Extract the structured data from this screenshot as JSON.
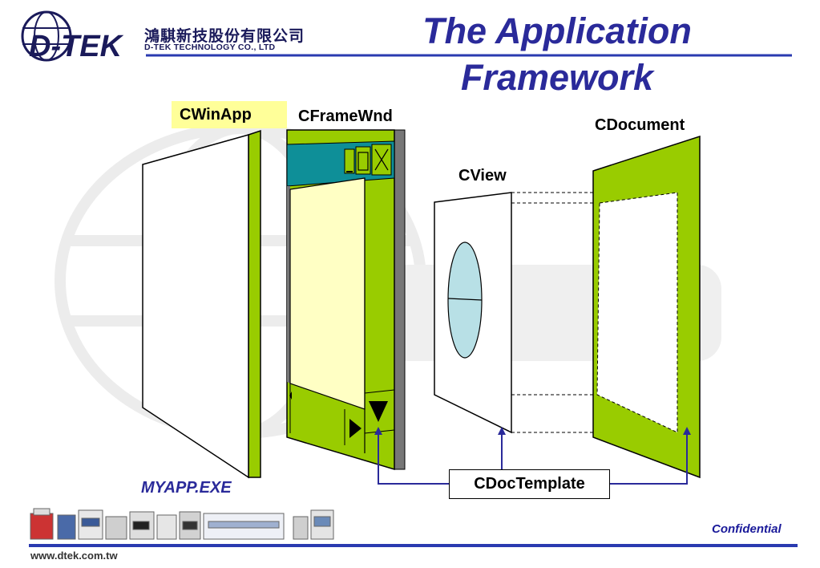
{
  "header": {
    "company_cn": "鴻騏新技股份有限公司",
    "company_en": "D-TEK TECHNOLOGY CO., LTD",
    "logo_text": "D-TEK"
  },
  "title": "The Application Framework",
  "diagram": {
    "cwinapp": "CWinApp",
    "cframewnd": "CFrameWnd",
    "cview": "CView",
    "cdocument": "CDocument",
    "cdoctemplate": "CDocTemplate",
    "myapp": "MYAPP.EXE"
  },
  "footer": {
    "confidential": "Confidential",
    "url": "www.dtek.com.tw"
  },
  "colors": {
    "title": "#2a2a9a",
    "frame_green": "#99cc00",
    "caption_teal": "#0e8f98",
    "client_yellow": "#ffffc4",
    "cwinapp_bg": "#ffff99",
    "rule_blue": "#2a3ab0",
    "ellipse": "#b8e0e6"
  }
}
